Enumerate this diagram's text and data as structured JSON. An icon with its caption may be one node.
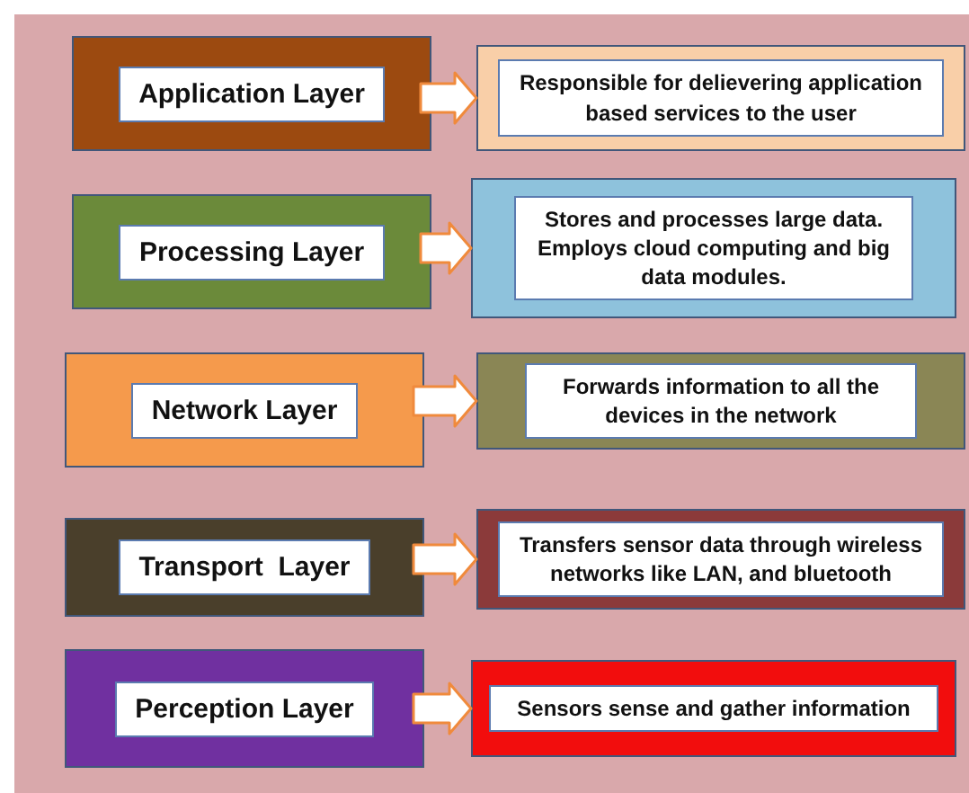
{
  "diagram": {
    "nodes": [
      {
        "text": [
          "Application Layer"
        ]
      },
      {
        "text": [
          "Responsible for delievering application based services to the user"
        ]
      },
      {
        "text": [
          "Processing Layer"
        ]
      },
      {
        "text": [
          "Stores and processes large data. Employs cloud computing and big data modules."
        ]
      },
      {
        "text": [
          "Network Layer"
        ]
      },
      {
        "text": [
          "Forwards information to all the devices in the network"
        ]
      },
      {
        "text": [
          "Transport  Layer"
        ]
      },
      {
        "text": [
          "Transfers sensor data through wireless networks like LAN, and bluetooth"
        ]
      },
      {
        "text": [
          "Perception Layer"
        ]
      },
      {
        "text": [
          "Sensors sense and gather information"
        ]
      }
    ],
    "edges": [
      {
        "from": 0,
        "to": 1,
        "arrow": "to"
      },
      {
        "from": 2,
        "to": 3,
        "arrow": "to"
      },
      {
        "from": 4,
        "to": 5,
        "arrow": "to"
      },
      {
        "from": 6,
        "to": 7,
        "arrow": "to"
      },
      {
        "from": 8,
        "to": 9,
        "arrow": "to"
      }
    ]
  }
}
